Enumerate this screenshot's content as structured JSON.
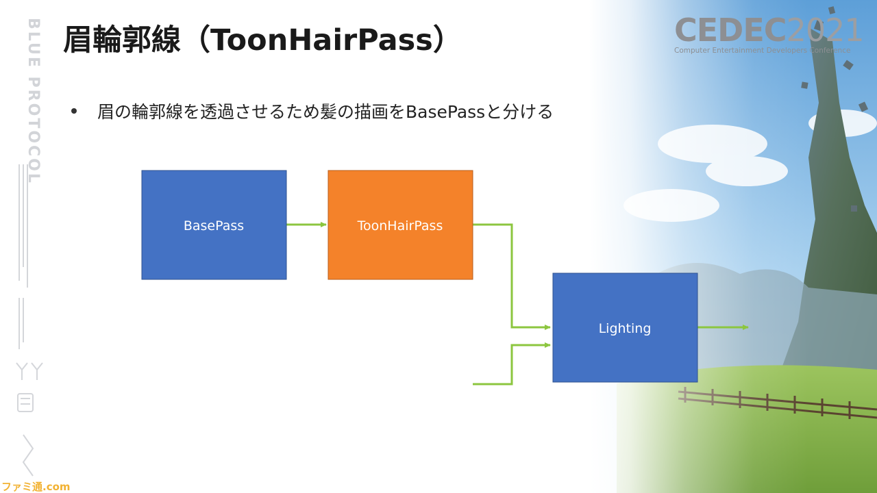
{
  "slide": {
    "title": "眉輪郭線（ToonHairPass）",
    "bullets": [
      "眉の輪郭線を透過させるため髪の描画をBasePassと分ける"
    ]
  },
  "side_strip": {
    "logo_text": "BLUE PROTOCOL"
  },
  "conference": {
    "name": "CEDEC",
    "year": "2021",
    "subtitle": "Computer Entertainment Developers Conference"
  },
  "diagram": {
    "nodes": [
      {
        "id": "basepass",
        "label": "BasePass",
        "color": "#4472c4"
      },
      {
        "id": "toonhairpass",
        "label": "ToonHairPass",
        "color": "#f4822a"
      },
      {
        "id": "lighting",
        "label": "Lighting",
        "color": "#4472c4"
      }
    ],
    "edge_color": "#8cc63f"
  },
  "watermark": "ファミ通.com",
  "colors": {
    "title": "#1a1a1a",
    "text": "#222222",
    "box_blue": "#4472c4",
    "box_orange": "#f4822a",
    "arrow_green": "#8cc63f"
  }
}
